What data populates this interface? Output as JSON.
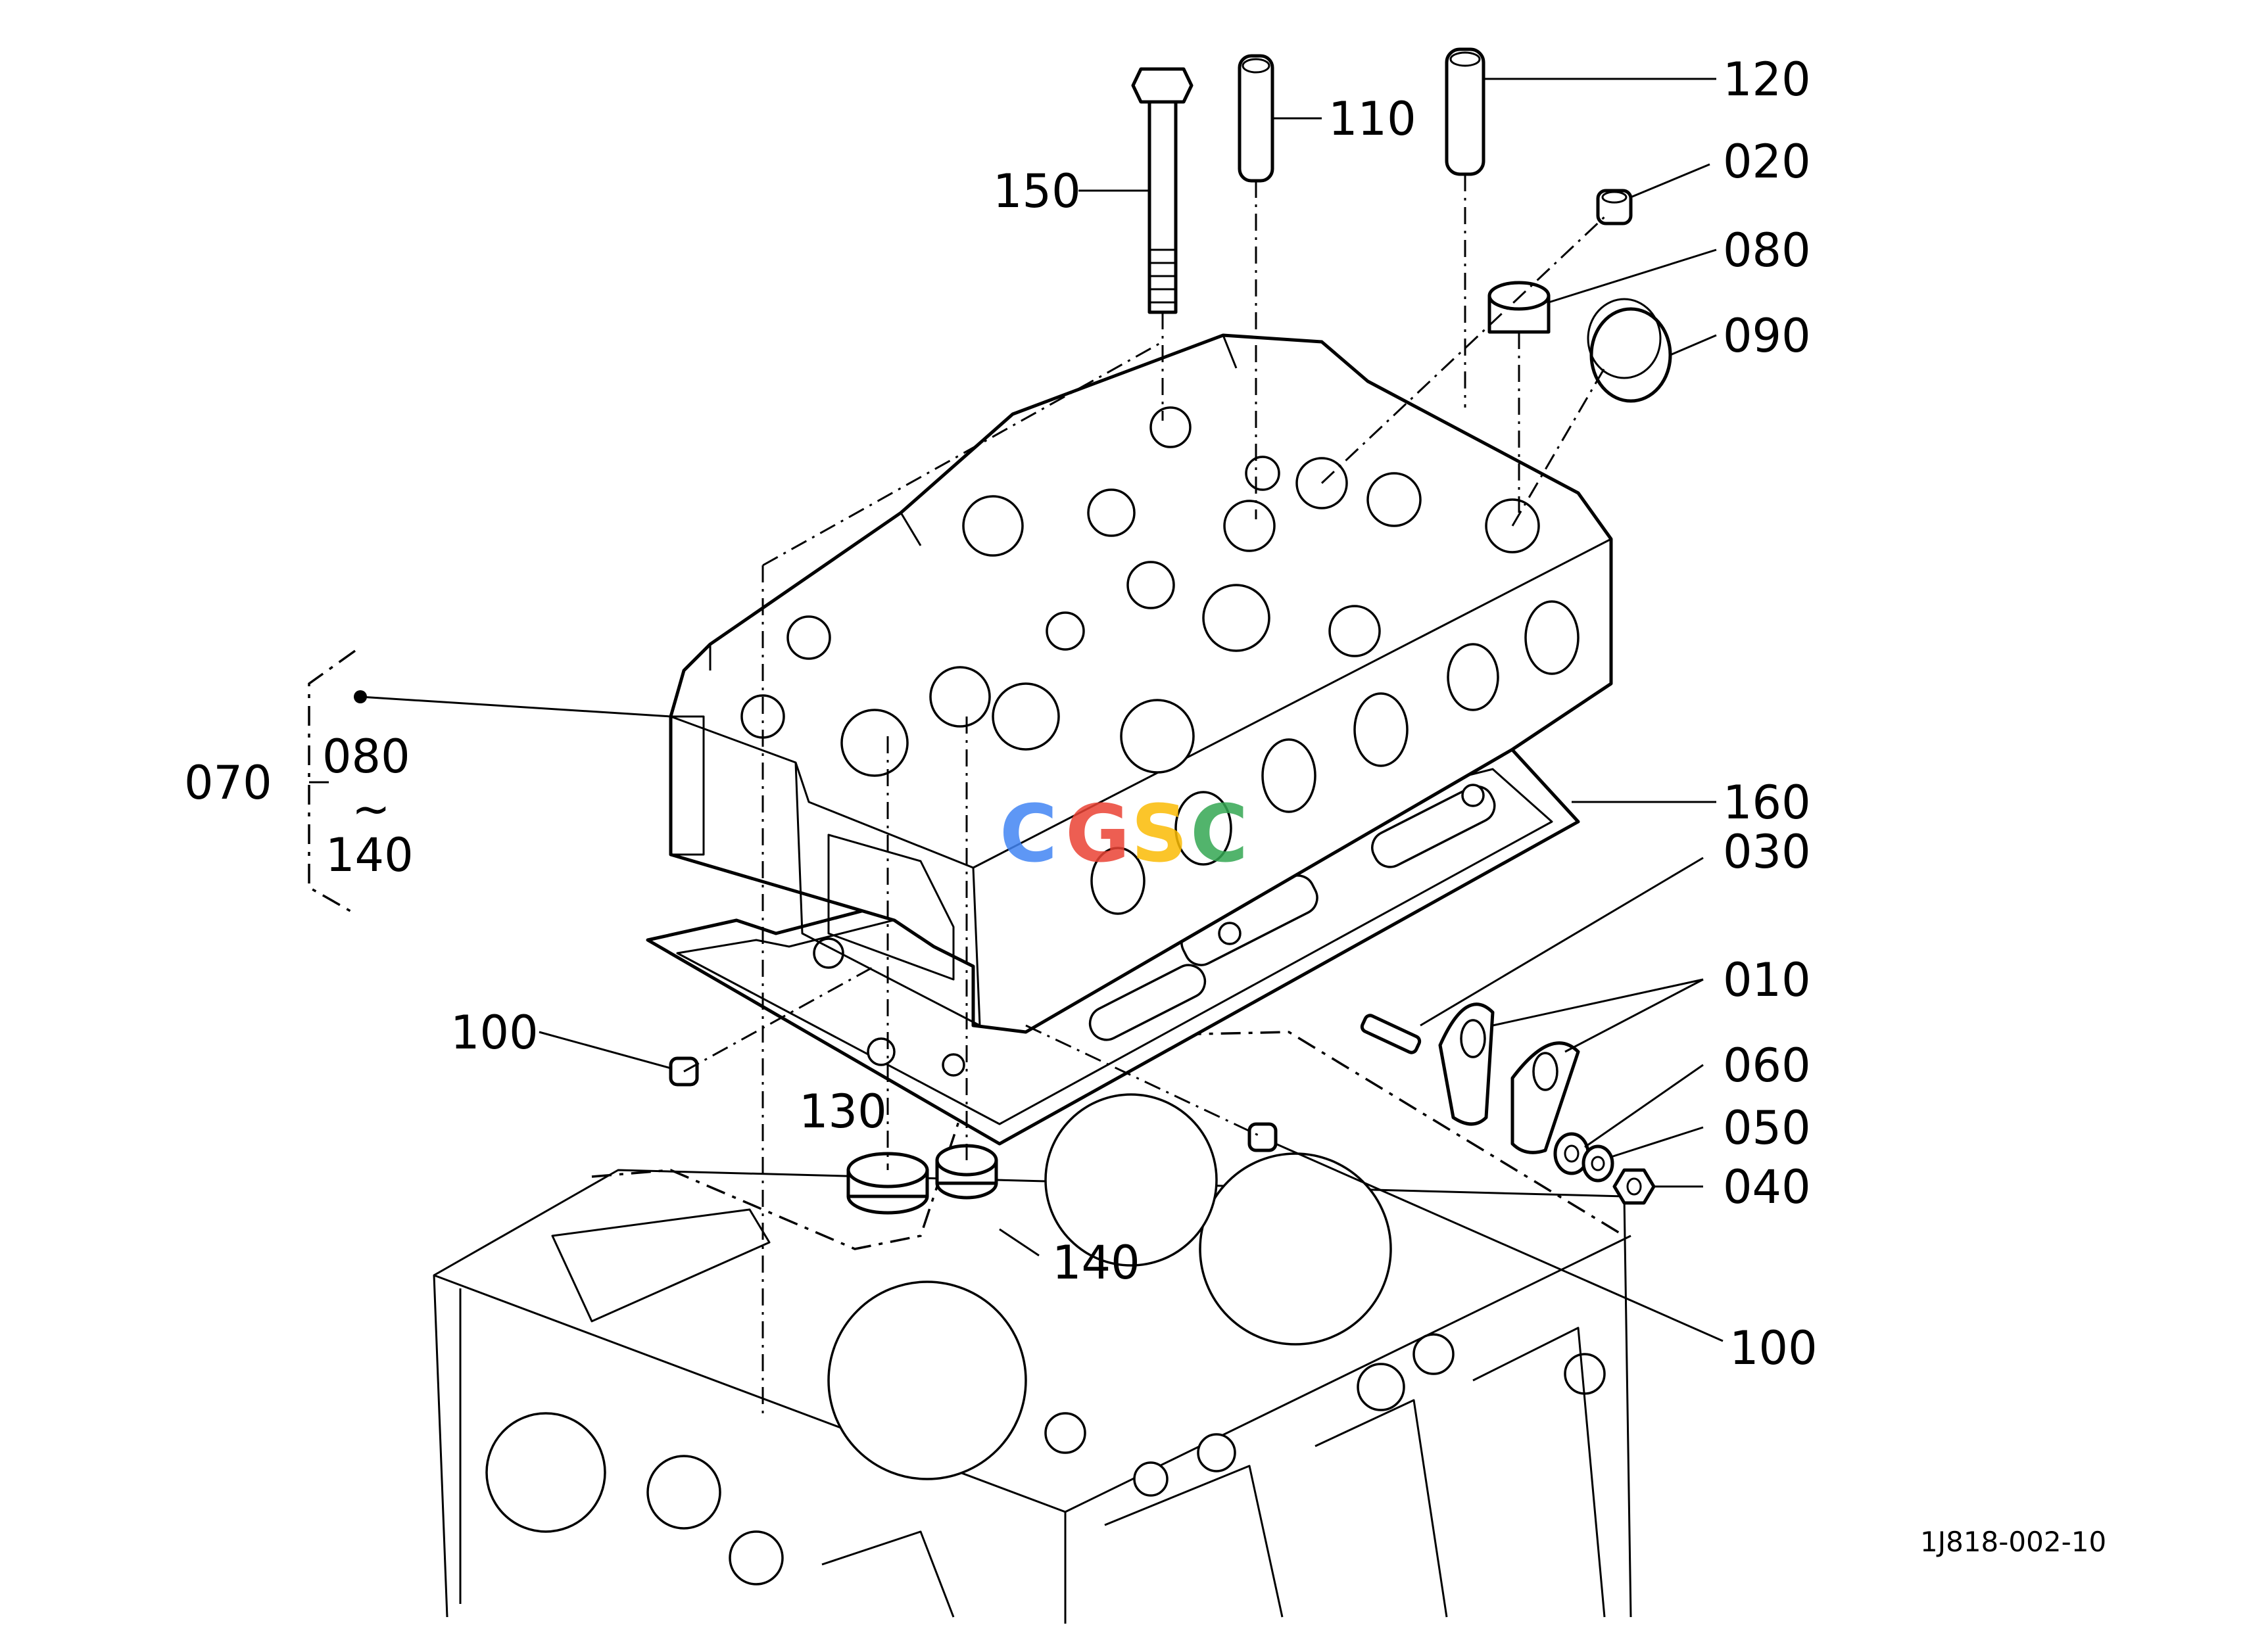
{
  "diagram": {
    "drawing_number": "1J818-002-10",
    "watermark": "CGSC",
    "watermark_colors": [
      "#4285F4",
      "#EA4335",
      "#FBBC05",
      "#34A853"
    ],
    "parts": [
      {
        "id": "p020",
        "label": "020"
      },
      {
        "id": "p080",
        "label": "080"
      },
      {
        "id": "p090",
        "label": "090"
      },
      {
        "id": "p110",
        "label": "110"
      },
      {
        "id": "p120",
        "label": "120"
      },
      {
        "id": "p150",
        "label": "150"
      },
      {
        "id": "p160",
        "label": "160"
      },
      {
        "id": "p030",
        "label": "030"
      },
      {
        "id": "p010",
        "label": "010"
      },
      {
        "id": "p060",
        "label": "060"
      },
      {
        "id": "p050",
        "label": "050"
      },
      {
        "id": "p040",
        "label": "040"
      },
      {
        "id": "p100a",
        "label": "100"
      },
      {
        "id": "p100b",
        "label": "100"
      },
      {
        "id": "p130",
        "label": "130"
      },
      {
        "id": "p140",
        "label": "140"
      }
    ],
    "assembly_group": {
      "label": "070",
      "range_from": "080",
      "range_separator": "~",
      "range_to": "140"
    }
  }
}
